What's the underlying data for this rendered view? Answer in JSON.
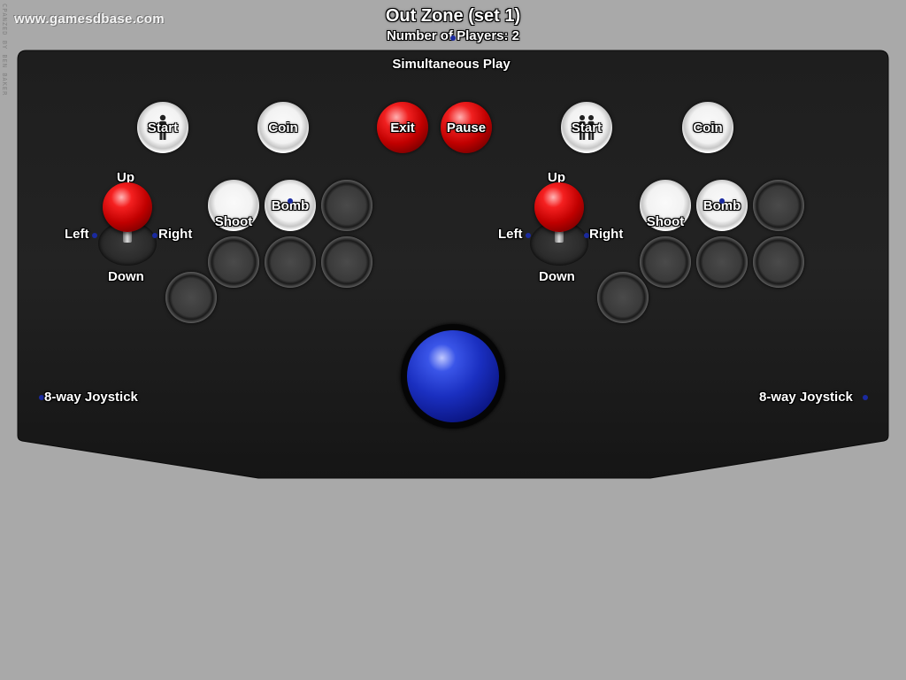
{
  "watermark": "www.gamesdbase.com",
  "vertical_credit": "CPANZED BY BEN BAKER",
  "title": "Out Zone (set 1)",
  "players_label": "Number of Players: 2",
  "panel": {
    "mode_label": "Simultaneous Play",
    "trackball_icon": "trackball-icon",
    "colors": {
      "background": "#a9a9a9",
      "panel": "#1c1c1c",
      "trackball": "#1a2fc0",
      "red_button": "#d01010"
    }
  },
  "center_buttons": {
    "exit": "Exit",
    "pause": "Pause"
  },
  "player1": {
    "start": "Start",
    "coin": "Coin",
    "joystick": {
      "up": "Up",
      "down": "Down",
      "left": "Left",
      "right": "Right"
    },
    "shoot": "Shoot",
    "bomb": "Bomb",
    "joystick_type": "8-way Joystick"
  },
  "player2": {
    "start": "Start",
    "coin": "Coin",
    "joystick": {
      "up": "Up",
      "down": "Down",
      "left": "Left",
      "right": "Right"
    },
    "shoot": "Shoot",
    "bomb": "Bomb",
    "joystick_type": "8-way Joystick"
  }
}
